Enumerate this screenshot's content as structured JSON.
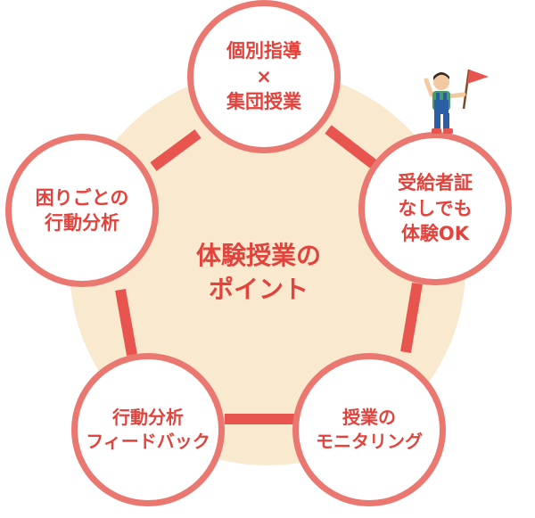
{
  "diagram": {
    "center": {
      "line1": "体験授業の",
      "line2": "ポイント"
    },
    "nodes": {
      "top": [
        "個別指導",
        "×",
        "集団授業"
      ],
      "right": [
        "受給者証",
        "なしでも",
        "体験OK"
      ],
      "bottom_right": [
        "授業の",
        "モニタリング"
      ],
      "bottom_left": [
        "行動分析",
        "フィードバック"
      ],
      "left": [
        "困りごとの",
        "行動分析"
      ]
    },
    "colors": {
      "accent": "#e2433c",
      "ring": "#ea7770",
      "connector": "#e8554f",
      "background_disc": "#f9e9cf"
    },
    "icons": [
      "person-with-flag-icon"
    ]
  }
}
